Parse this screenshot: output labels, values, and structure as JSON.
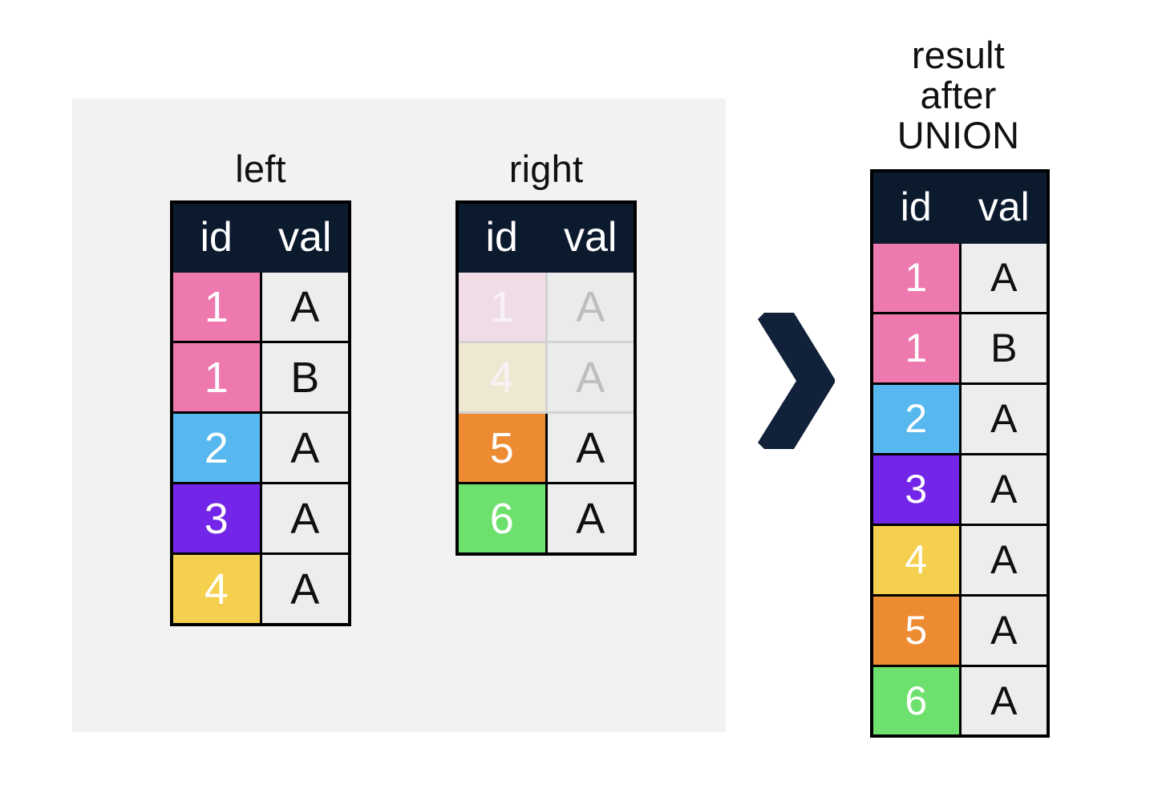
{
  "diagram": {
    "title_result": "result after UNION",
    "arrow_icon": "chevron-right-icon",
    "panel_color": "#F2F2F2",
    "header_color": "#0C1A2E",
    "value_cell_color": "#EDEDED",
    "border_color": "#000000",
    "id_colors": {
      "1": "#EE79AE",
      "2": "#56B8EE",
      "3": "#7326E8",
      "4": "#F5D04E",
      "5": "#ED8B33",
      "6": "#6EE06E",
      "ghost_1": "#EFDCE7",
      "ghost_4": "#EEE8D3"
    }
  },
  "columns": {
    "id": "id",
    "val": "val"
  },
  "left_table": {
    "caption": "left",
    "headers": [
      "id",
      "val"
    ],
    "rows": [
      {
        "id": "1",
        "val": "A",
        "color": "#EE79AE",
        "ghost": false
      },
      {
        "id": "1",
        "val": "B",
        "color": "#EE79AE",
        "ghost": false
      },
      {
        "id": "2",
        "val": "A",
        "color": "#56B8EE",
        "ghost": false
      },
      {
        "id": "3",
        "val": "A",
        "color": "#7326E8",
        "ghost": false
      },
      {
        "id": "4",
        "val": "A",
        "color": "#F5D04E",
        "ghost": false
      }
    ]
  },
  "right_table": {
    "caption": "right",
    "headers": [
      "id",
      "val"
    ],
    "rows": [
      {
        "id": "1",
        "val": "A",
        "color": "#EFDCE7",
        "ghost": true
      },
      {
        "id": "4",
        "val": "A",
        "color": "#EEE8D3",
        "ghost": true
      },
      {
        "id": "5",
        "val": "A",
        "color": "#ED8B33",
        "ghost": false
      },
      {
        "id": "6",
        "val": "A",
        "color": "#6EE06E",
        "ghost": false
      }
    ]
  },
  "result_table": {
    "caption": "result after UNION",
    "headers": [
      "id",
      "val"
    ],
    "rows": [
      {
        "id": "1",
        "val": "A",
        "color": "#EE79AE",
        "ghost": false
      },
      {
        "id": "1",
        "val": "B",
        "color": "#EE79AE",
        "ghost": false
      },
      {
        "id": "2",
        "val": "A",
        "color": "#56B8EE",
        "ghost": false
      },
      {
        "id": "3",
        "val": "A",
        "color": "#7326E8",
        "ghost": false
      },
      {
        "id": "4",
        "val": "A",
        "color": "#F5D04E",
        "ghost": false
      },
      {
        "id": "5",
        "val": "A",
        "color": "#ED8B33",
        "ghost": false
      },
      {
        "id": "6",
        "val": "A",
        "color": "#6EE06E",
        "ghost": false
      }
    ]
  }
}
